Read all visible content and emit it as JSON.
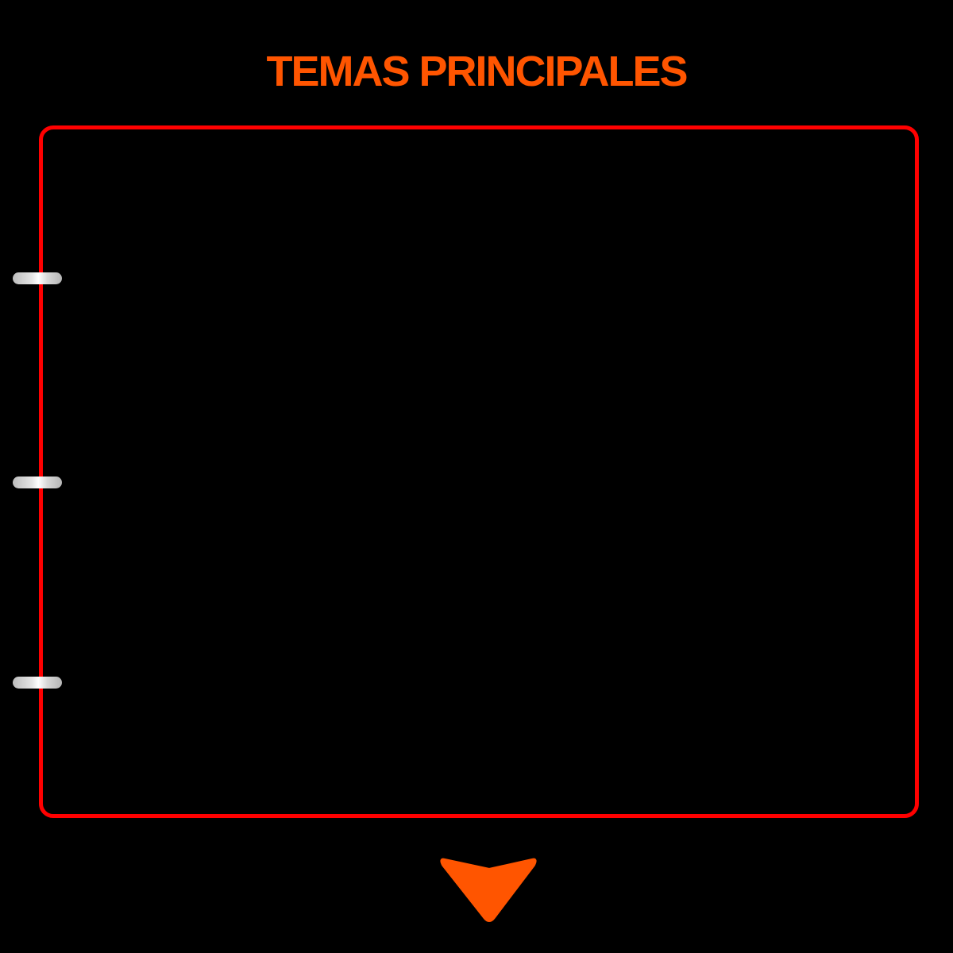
{
  "header": {
    "title": "TEMAS PRINCIPALES"
  },
  "colors": {
    "title": "#ff5500",
    "frame_border": "#ff0000",
    "arrow": "#ff5500",
    "background": "#000000"
  },
  "binder": {
    "rings": [
      {
        "id": "ring-1"
      },
      {
        "id": "ring-2"
      },
      {
        "id": "ring-3"
      }
    ]
  },
  "icons": {
    "down_arrow": "chevron-down-icon"
  }
}
